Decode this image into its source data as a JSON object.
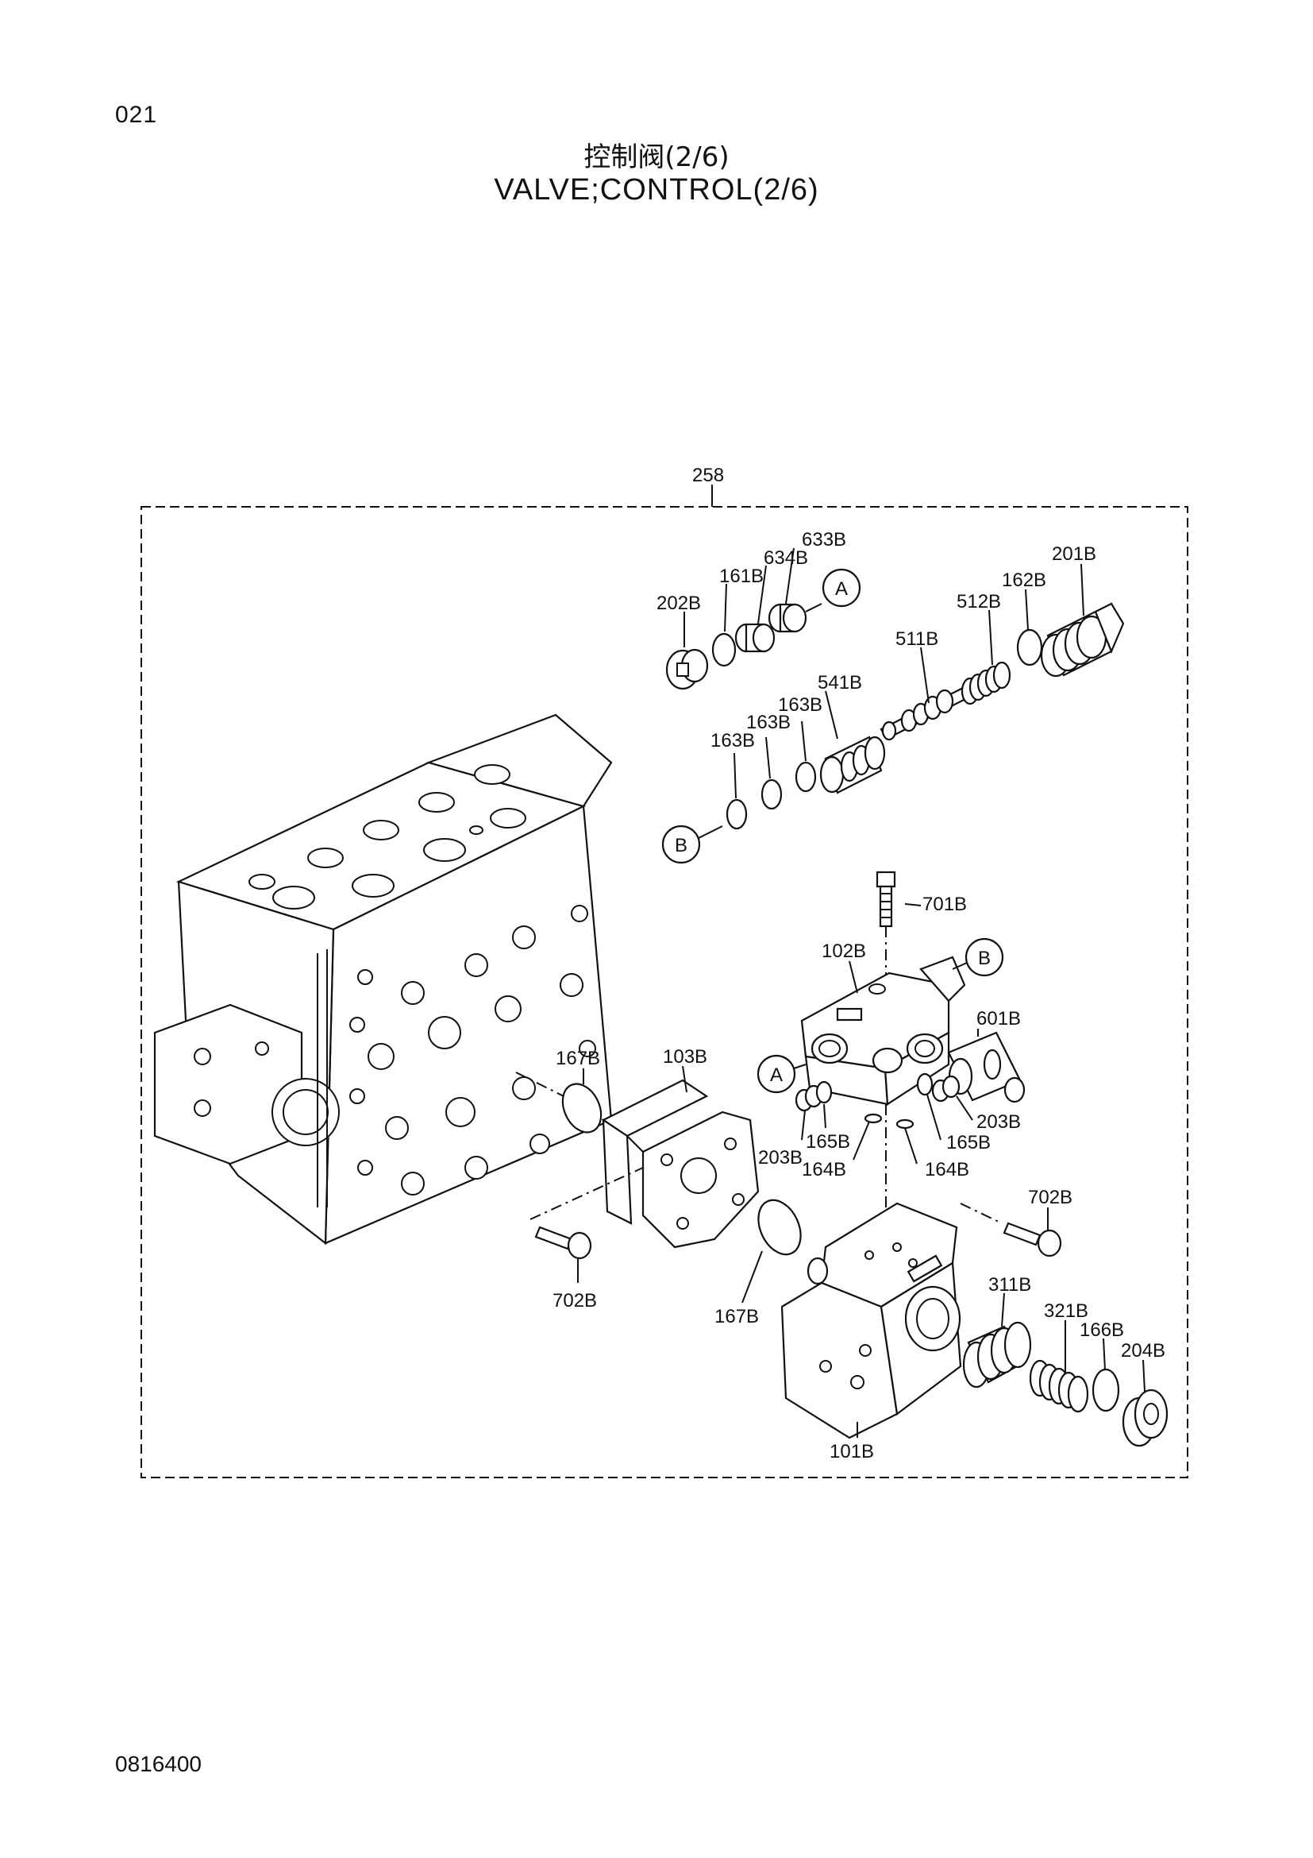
{
  "page_number": "021",
  "title_cn": "控制阀(2/6)",
  "title_en": "VALVE;CONTROL(2/6)",
  "doc_code": "0816400",
  "assembly_label": "258",
  "markers": [
    "A",
    "B"
  ],
  "parts": {
    "p633B": "633B",
    "p634B": "634B",
    "p161B": "161B",
    "p202B": "202B",
    "p201B": "201B",
    "p162B": "162B",
    "p512B": "512B",
    "p511B": "511B",
    "p541B": "541B",
    "p163B": "163B",
    "p701B": "701B",
    "p102B": "102B",
    "p601B": "601B",
    "p167B": "167B",
    "p103B": "103B",
    "p165B": "165B",
    "p203B": "203B",
    "p164B": "164B",
    "p702B": "702B",
    "p311B": "311B",
    "p321B": "321B",
    "p166B": "166B",
    "p204B": "204B",
    "p101B": "101B"
  }
}
